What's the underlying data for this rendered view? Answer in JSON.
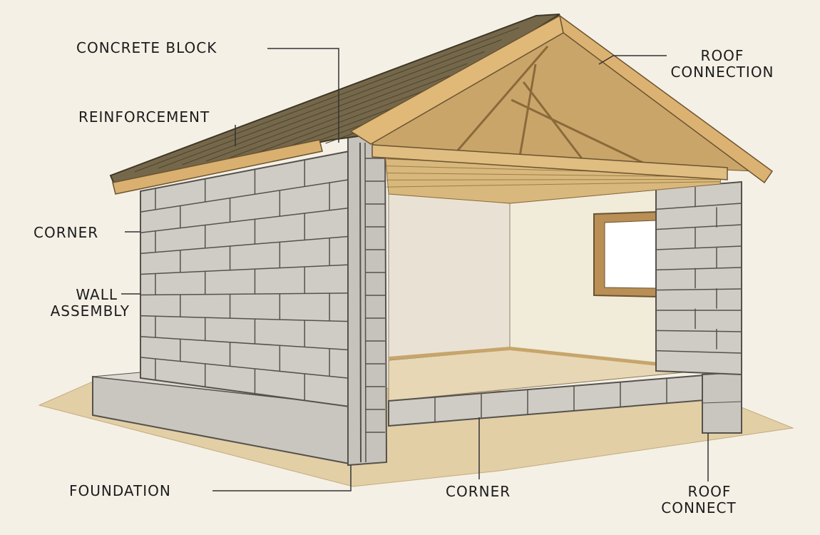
{
  "labels": {
    "concrete_block": "CONCRETE BLOCK",
    "roof_connection_1": "ROOF",
    "roof_connection_2": "CONNECTION",
    "reinforcement": "REINFORCEMENT",
    "corner_left": "CORNER",
    "wall_assembly_1": "WALL",
    "wall_assembly_2": "ASSEMBLY",
    "foundation": "FOUNDATION",
    "corner_bottom": "CORNER",
    "roof_connect_1": "ROOF",
    "roof_connect_2": "CONNECT"
  },
  "colors": {
    "background": "#f4f0e6",
    "block": "#cfccc6",
    "mortar": "#6f6b66",
    "wood": "#d8b273",
    "shingle": "#75684a",
    "ground": "#e2cfa6"
  }
}
